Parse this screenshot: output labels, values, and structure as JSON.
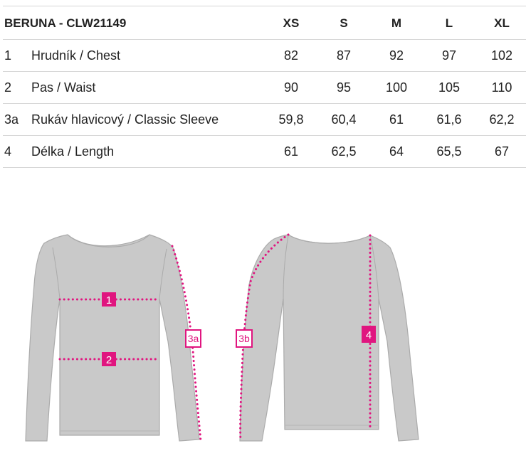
{
  "table": {
    "title": "BERUNA - CLW21149",
    "sizes": [
      "XS",
      "S",
      "M",
      "L",
      "XL"
    ],
    "rows": [
      {
        "num": "1",
        "label": "Hrudník / Chest",
        "values": [
          "82",
          "87",
          "92",
          "97",
          "102"
        ]
      },
      {
        "num": "2",
        "label": "Pas / Waist",
        "values": [
          "90",
          "95",
          "100",
          "105",
          "110"
        ]
      },
      {
        "num": "3a",
        "label": "Rukáv hlavicový / Classic Sleeve",
        "values": [
          "59,8",
          "60,4",
          "61",
          "61,6",
          "62,2"
        ]
      },
      {
        "num": "4",
        "label": "Délka / Length",
        "values": [
          "61",
          "62,5",
          "64",
          "65,5",
          "67"
        ]
      }
    ]
  },
  "diagram": {
    "markers": {
      "chest": "1",
      "waist": "2",
      "sleeve_classic": "3a",
      "sleeve_raglan": "3b",
      "length": "4"
    },
    "colors": {
      "garment_fill": "#c9c9c9",
      "garment_outline": "#ababab",
      "accent": "#e0157f"
    }
  }
}
